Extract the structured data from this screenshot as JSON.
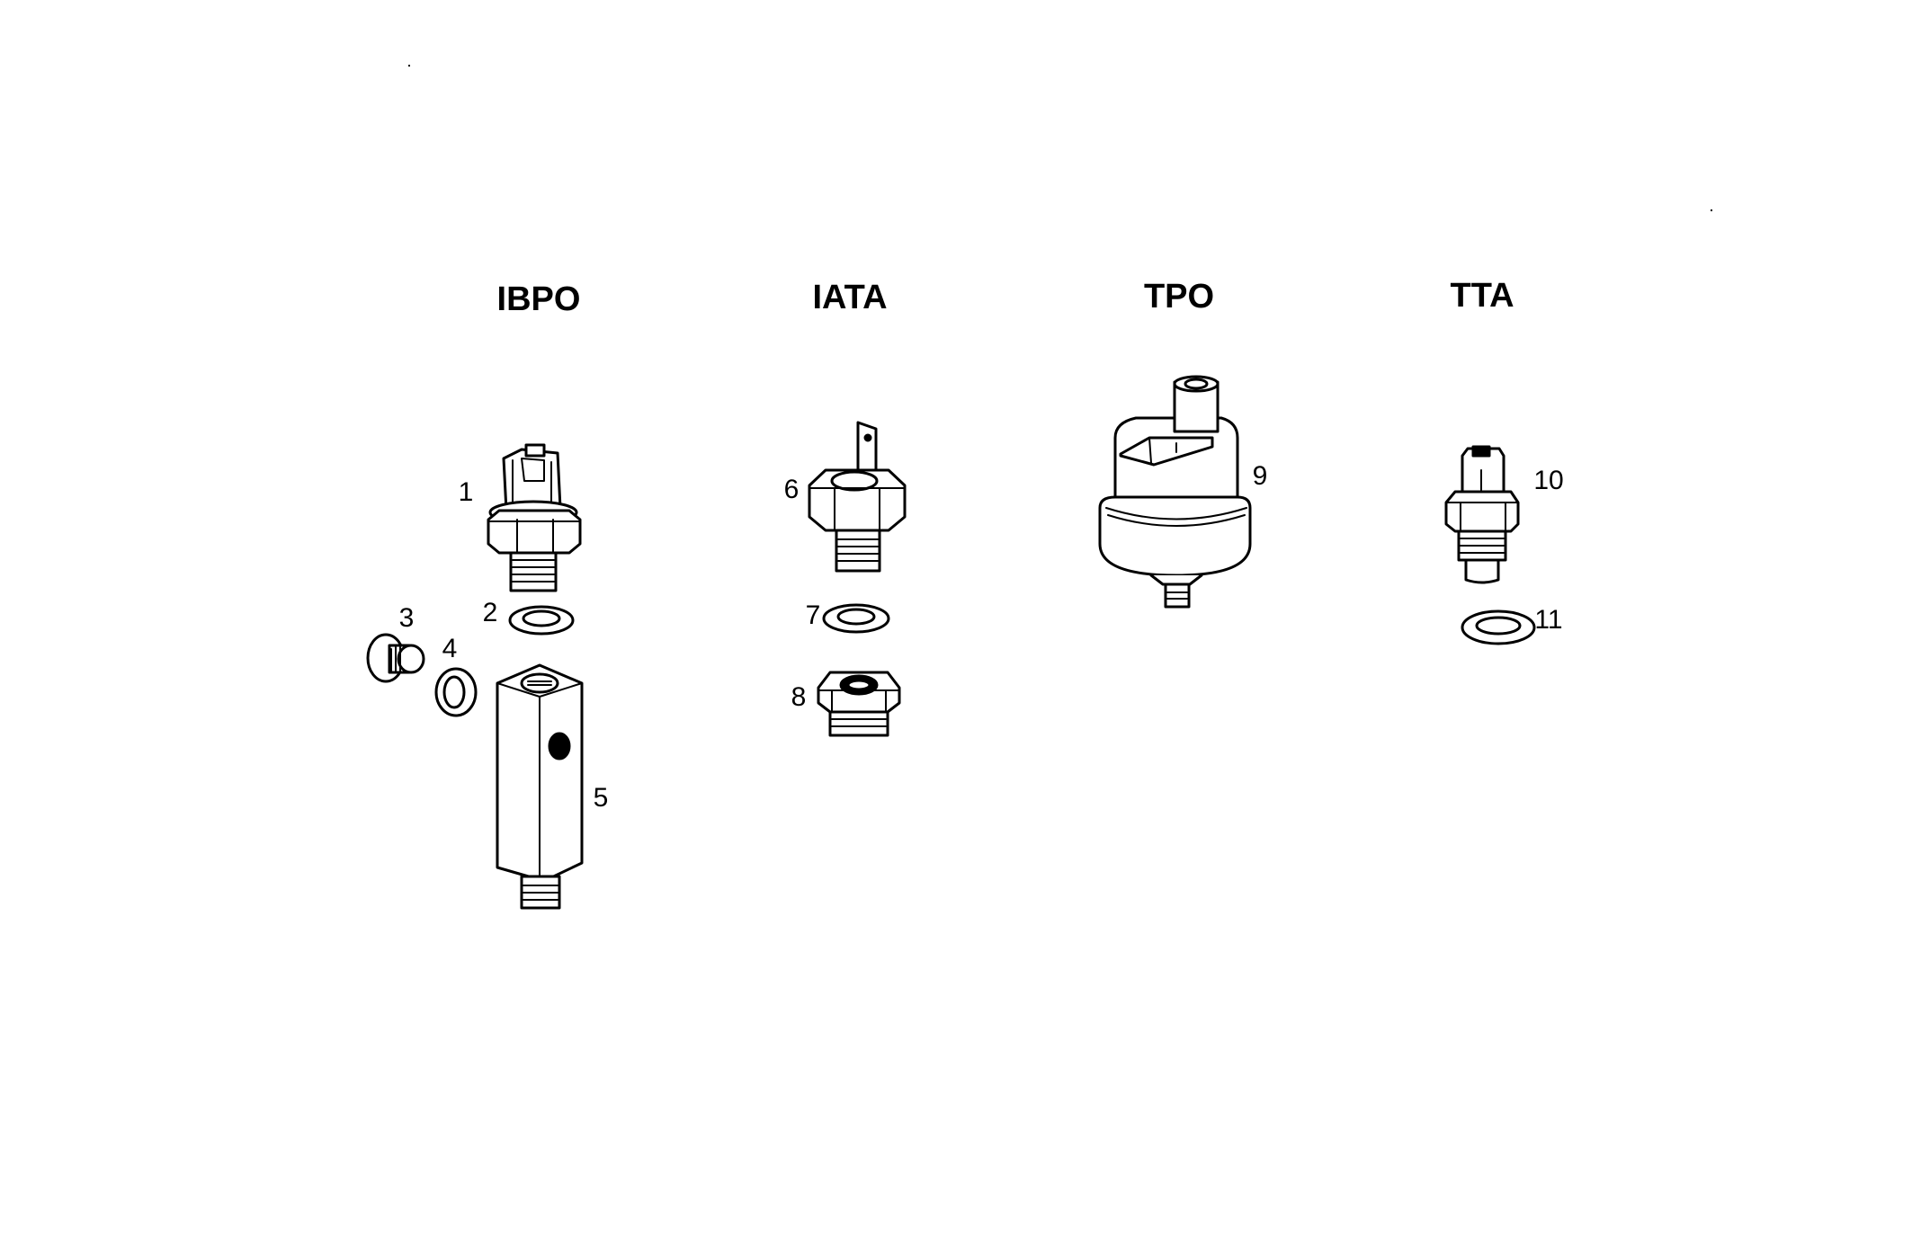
{
  "diagram": {
    "type": "exploded-parts-view",
    "background": "#ffffff",
    "ink": "#000000",
    "groups": [
      {
        "title": "IBPO",
        "items": [
          "1",
          "2",
          "3",
          "4",
          "5"
        ]
      },
      {
        "title": "IATA",
        "items": [
          "6",
          "7",
          "8"
        ]
      },
      {
        "title": "TPO",
        "items": [
          "9"
        ]
      },
      {
        "title": "TTA",
        "items": [
          "10",
          "11"
        ]
      }
    ],
    "callouts": {
      "n1": "1",
      "n2": "2",
      "n3": "3",
      "n4": "4",
      "n5": "5",
      "n6": "6",
      "n7": "7",
      "n8": "8",
      "n9": "9",
      "n10": "10",
      "n11": "11"
    },
    "parts": [
      {
        "callout": "1",
        "depiction": "pressure switch with square connector, hex body, threaded stem"
      },
      {
        "callout": "2",
        "depiction": "sealing washer"
      },
      {
        "callout": "3",
        "depiction": "threaded plug"
      },
      {
        "callout": "4",
        "depiction": "sealing washer"
      },
      {
        "callout": "5",
        "depiction": "square adapter block with side port and threaded stem"
      },
      {
        "callout": "6",
        "depiction": "pressure switch with blade terminal, hex body, threaded stem"
      },
      {
        "callout": "7",
        "depiction": "sealing washer"
      },
      {
        "callout": "8",
        "depiction": "threaded reducer bushing"
      },
      {
        "callout": "9",
        "depiction": "cylindrical pressure sender with terminal post"
      },
      {
        "callout": "10",
        "depiction": "temperature sender with connector, hex and probe"
      },
      {
        "callout": "11",
        "depiction": "sealing washer"
      }
    ]
  }
}
